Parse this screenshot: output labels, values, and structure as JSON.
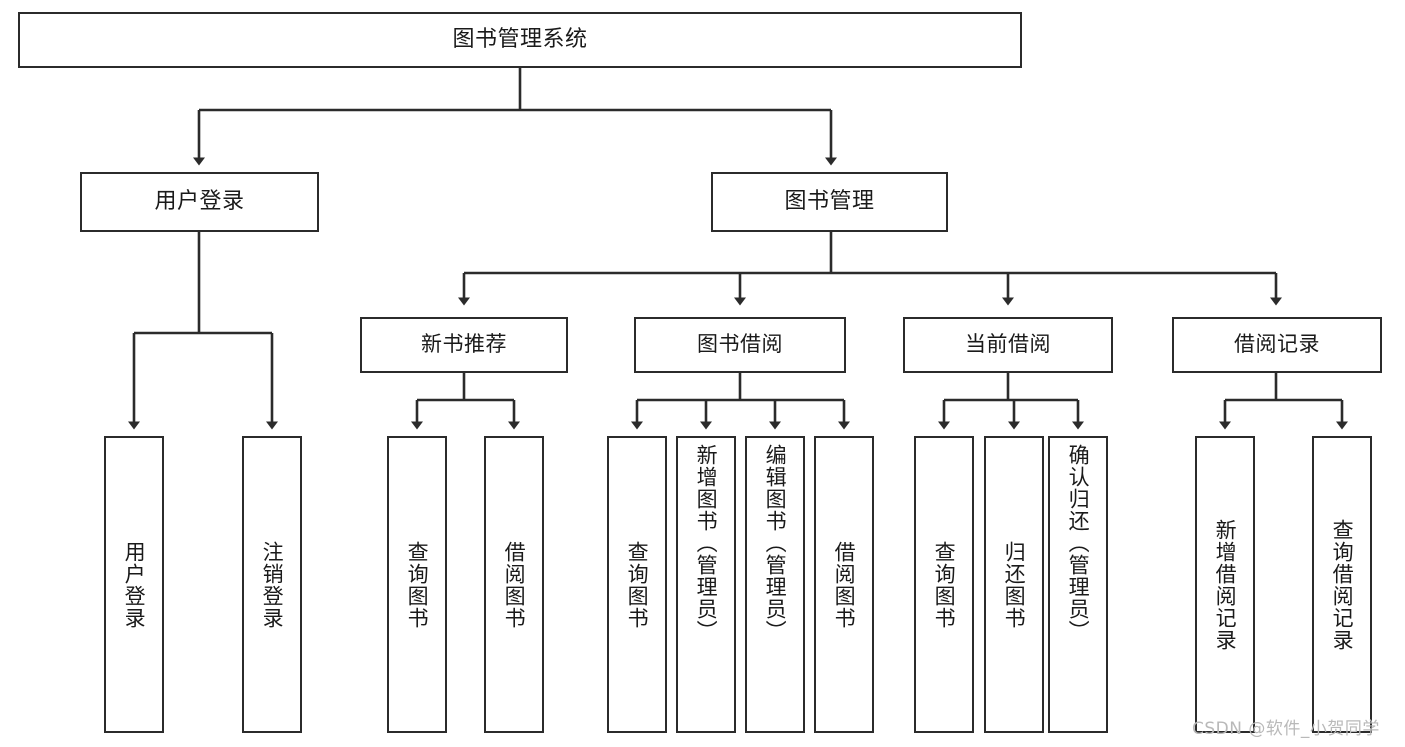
{
  "diagram": {
    "title_node": {
      "label": "图书管理系统"
    },
    "level1": [
      {
        "id": "user-login",
        "label": "用户登录"
      },
      {
        "id": "book-manage",
        "label": "图书管理"
      }
    ],
    "level2": [
      {
        "id": "new-book-recommend",
        "label": "新书推荐"
      },
      {
        "id": "book-borrow",
        "label": "图书借阅"
      },
      {
        "id": "current-borrow",
        "label": "当前借阅"
      },
      {
        "id": "borrow-record",
        "label": "借阅记录"
      }
    ],
    "leaves": [
      {
        "id": "leaf-user-login",
        "label": "用户登录"
      },
      {
        "id": "leaf-logout-login",
        "label": "注销登录"
      },
      {
        "id": "leaf-query-book-1",
        "label": "查询图书"
      },
      {
        "id": "leaf-borrow-book-1",
        "label": "借阅图书"
      },
      {
        "id": "leaf-query-book-2",
        "label": "查询图书"
      },
      {
        "id": "leaf-add-book-admin",
        "label": "新增图书（管理员）"
      },
      {
        "id": "leaf-edit-book-admin",
        "label": "编辑图书（管理员）"
      },
      {
        "id": "leaf-borrow-book-2",
        "label": "借阅图书"
      },
      {
        "id": "leaf-query-book-3",
        "label": "查询图书"
      },
      {
        "id": "leaf-return-book",
        "label": "归还图书"
      },
      {
        "id": "leaf-confirm-return-admin",
        "label": "确认归还（管理员）"
      },
      {
        "id": "leaf-add-borrow-record",
        "label": "新增借阅记录"
      },
      {
        "id": "leaf-query-borrow-record",
        "label": "查询借阅记录"
      }
    ],
    "watermark": "CSDN @软件_小贺同学",
    "colors": {
      "stroke": "#2b2b2b",
      "fill": "#ffffff",
      "text": "#1a1a1a",
      "watermark": "#b9b9b9"
    }
  }
}
